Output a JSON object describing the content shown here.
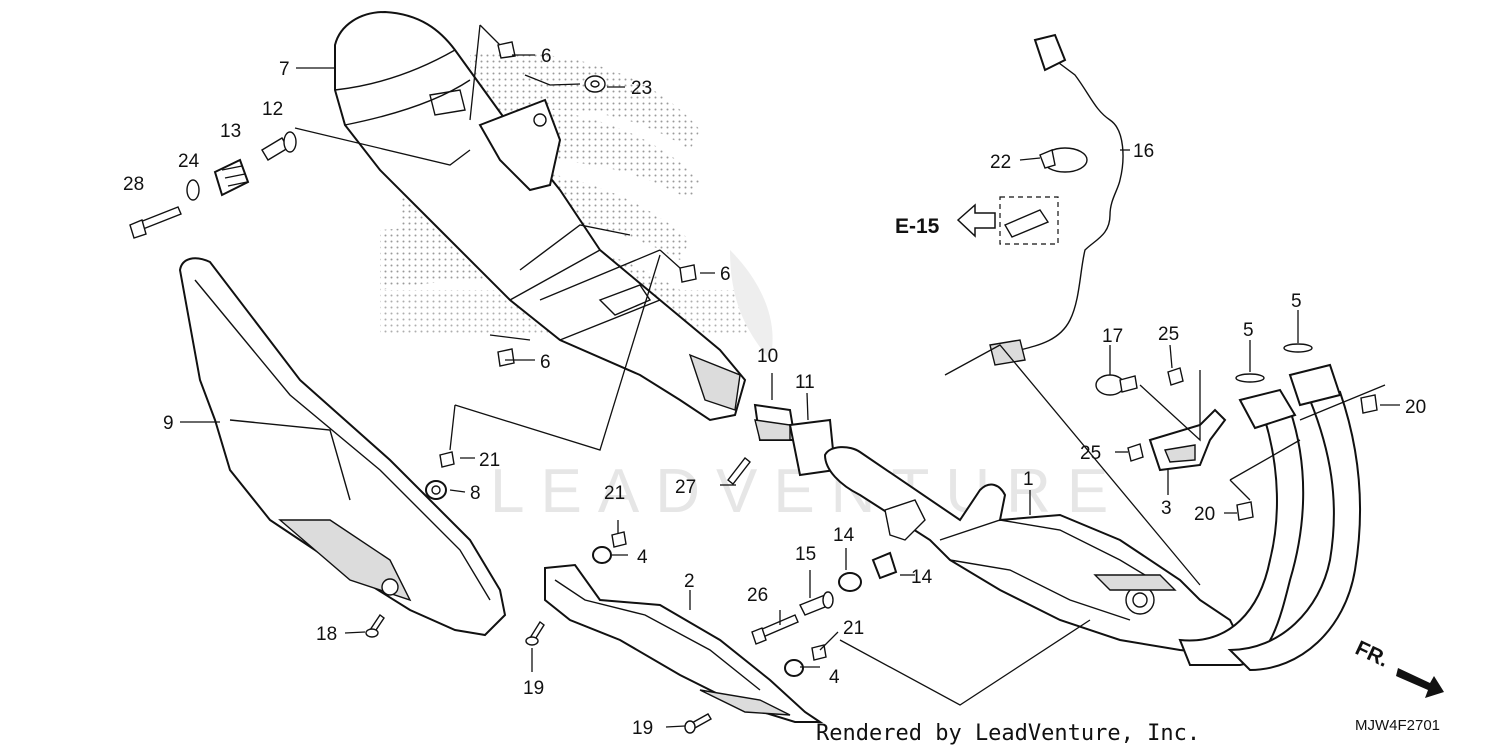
{
  "diagram": {
    "callouts": [
      {
        "id": "c1",
        "text": "1"
      },
      {
        "id": "c2",
        "text": "2"
      },
      {
        "id": "c3",
        "text": "3"
      },
      {
        "id": "c4a",
        "text": "4"
      },
      {
        "id": "c4b",
        "text": "4"
      },
      {
        "id": "c5a",
        "text": "5"
      },
      {
        "id": "c5b",
        "text": "5"
      },
      {
        "id": "c6a",
        "text": "6"
      },
      {
        "id": "c6b",
        "text": "6"
      },
      {
        "id": "c6c",
        "text": "6"
      },
      {
        "id": "c7",
        "text": "7"
      },
      {
        "id": "c8",
        "text": "8"
      },
      {
        "id": "c9",
        "text": "9"
      },
      {
        "id": "c10",
        "text": "10"
      },
      {
        "id": "c11",
        "text": "11"
      },
      {
        "id": "c12",
        "text": "12"
      },
      {
        "id": "c13",
        "text": "13"
      },
      {
        "id": "c14a",
        "text": "14"
      },
      {
        "id": "c14b",
        "text": "14"
      },
      {
        "id": "c15",
        "text": "15"
      },
      {
        "id": "c16",
        "text": "16"
      },
      {
        "id": "c17",
        "text": "17"
      },
      {
        "id": "c18",
        "text": "18"
      },
      {
        "id": "c19a",
        "text": "19"
      },
      {
        "id": "c19b",
        "text": "19"
      },
      {
        "id": "c20a",
        "text": "20"
      },
      {
        "id": "c20b",
        "text": "20"
      },
      {
        "id": "c21a",
        "text": "21"
      },
      {
        "id": "c21b",
        "text": "21"
      },
      {
        "id": "c21c",
        "text": "21"
      },
      {
        "id": "c22",
        "text": "22"
      },
      {
        "id": "c23",
        "text": "23"
      },
      {
        "id": "c24",
        "text": "24"
      },
      {
        "id": "c25a",
        "text": "25"
      },
      {
        "id": "c25b",
        "text": "25"
      },
      {
        "id": "c26",
        "text": "26"
      },
      {
        "id": "c27",
        "text": "27"
      },
      {
        "id": "c28",
        "text": "28"
      }
    ],
    "reference": "E-15",
    "direction": "FR.",
    "watermark": "LEADVENTURE",
    "footer": "Rendered by LeadVenture, Inc.",
    "code": "MJW4F2701"
  }
}
